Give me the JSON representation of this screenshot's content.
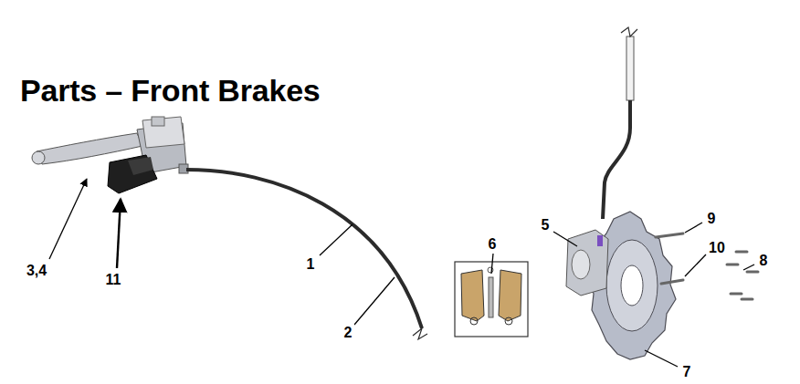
{
  "diagram": {
    "title": "Parts – Front Brakes",
    "labels": [
      "3,4",
      "11",
      "1",
      "2",
      "6",
      "5",
      "9",
      "10",
      "8",
      "7"
    ]
  }
}
